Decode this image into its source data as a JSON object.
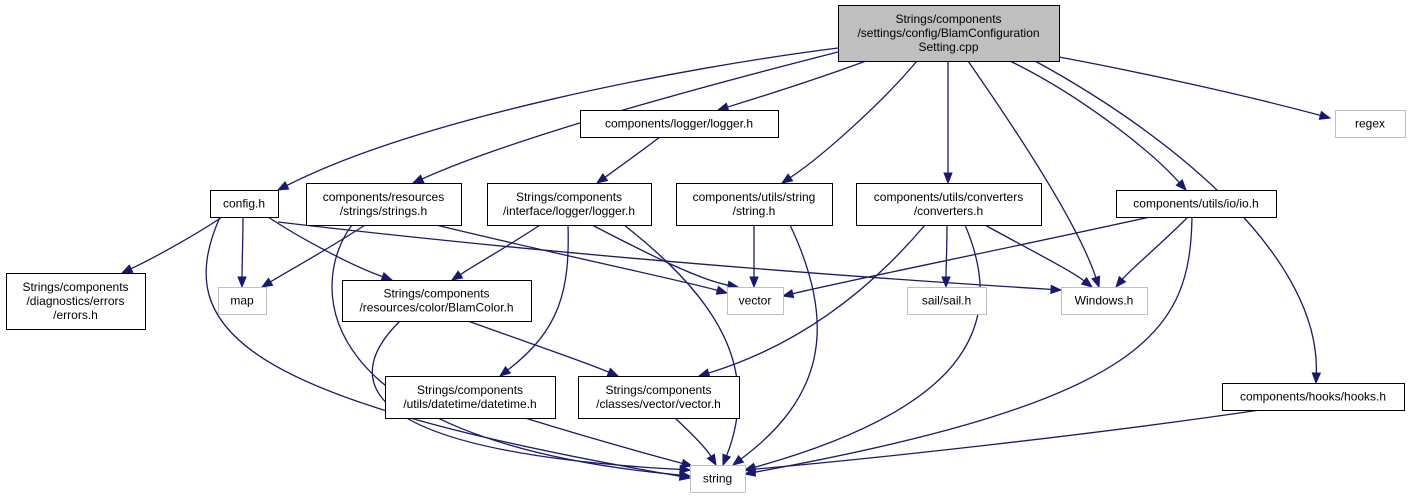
{
  "colors": {
    "edge": "#191970",
    "root_fill": "#bfbfbf",
    "node_fill": "#ffffff",
    "node_stroke": "#000000",
    "external_stroke": "#bfbfbf"
  },
  "nodes": [
    {
      "id": "root",
      "kind": "root",
      "lines": [
        "Strings/components",
        "/settings/config/BlamConfiguration",
        "Setting.cpp"
      ]
    },
    {
      "id": "logger",
      "kind": "internal",
      "lines": [
        "components/logger/logger.h"
      ]
    },
    {
      "id": "regex",
      "kind": "external",
      "lines": [
        "regex"
      ]
    },
    {
      "id": "config",
      "kind": "internal",
      "lines": [
        "config.h"
      ]
    },
    {
      "id": "resstrings",
      "kind": "internal",
      "lines": [
        "components/resources",
        "/strings/strings.h"
      ]
    },
    {
      "id": "ilogger",
      "kind": "internal",
      "lines": [
        "Strings/components",
        "/interface/logger/logger.h"
      ]
    },
    {
      "id": "ustring",
      "kind": "internal",
      "lines": [
        "components/utils/string",
        "/string.h"
      ]
    },
    {
      "id": "converters",
      "kind": "internal",
      "lines": [
        "components/utils/converters",
        "/converters.h"
      ]
    },
    {
      "id": "io",
      "kind": "internal",
      "lines": [
        "components/utils/io/io.h"
      ]
    },
    {
      "id": "errors",
      "kind": "internal",
      "lines": [
        "Strings/components",
        "/diagnostics/errors",
        "/errors.h"
      ]
    },
    {
      "id": "map",
      "kind": "external",
      "lines": [
        "map"
      ]
    },
    {
      "id": "blamcolor",
      "kind": "internal",
      "lines": [
        "Strings/components",
        "/resources/color/BlamColor.h"
      ]
    },
    {
      "id": "vector",
      "kind": "external",
      "lines": [
        "vector"
      ]
    },
    {
      "id": "sail",
      "kind": "external",
      "lines": [
        "sail/sail.h"
      ]
    },
    {
      "id": "windows",
      "kind": "external",
      "lines": [
        "Windows.h"
      ]
    },
    {
      "id": "datetime",
      "kind": "internal",
      "lines": [
        "Strings/components",
        "/utils/datetime/datetime.h"
      ]
    },
    {
      "id": "cvector",
      "kind": "internal",
      "lines": [
        "Strings/components",
        "/classes/vector/vector.h"
      ]
    },
    {
      "id": "hooks",
      "kind": "internal",
      "lines": [
        "components/hooks/hooks.h"
      ]
    },
    {
      "id": "string",
      "kind": "external",
      "lines": [
        "string"
      ]
    }
  ],
  "edges": [
    [
      "root",
      "logger"
    ],
    [
      "root",
      "regex"
    ],
    [
      "root",
      "config"
    ],
    [
      "root",
      "resstrings"
    ],
    [
      "root",
      "ustring"
    ],
    [
      "root",
      "converters"
    ],
    [
      "root",
      "windows"
    ],
    [
      "root",
      "io"
    ],
    [
      "root",
      "hooks"
    ],
    [
      "logger",
      "ilogger"
    ],
    [
      "config",
      "errors"
    ],
    [
      "config",
      "map"
    ],
    [
      "config",
      "blamcolor"
    ],
    [
      "config",
      "windows"
    ],
    [
      "config",
      "string"
    ],
    [
      "resstrings",
      "map"
    ],
    [
      "resstrings",
      "vector"
    ],
    [
      "resstrings",
      "string"
    ],
    [
      "ilogger",
      "blamcolor"
    ],
    [
      "ilogger",
      "vector"
    ],
    [
      "ilogger",
      "datetime"
    ],
    [
      "ilogger",
      "string"
    ],
    [
      "ustring",
      "vector"
    ],
    [
      "ustring",
      "string"
    ],
    [
      "converters",
      "sail"
    ],
    [
      "converters",
      "windows"
    ],
    [
      "converters",
      "cvector"
    ],
    [
      "converters",
      "string"
    ],
    [
      "io",
      "vector"
    ],
    [
      "io",
      "windows"
    ],
    [
      "io",
      "string"
    ],
    [
      "blamcolor",
      "cvector"
    ],
    [
      "blamcolor",
      "string"
    ],
    [
      "datetime",
      "string"
    ],
    [
      "cvector",
      "string"
    ],
    [
      "hooks",
      "string"
    ]
  ]
}
